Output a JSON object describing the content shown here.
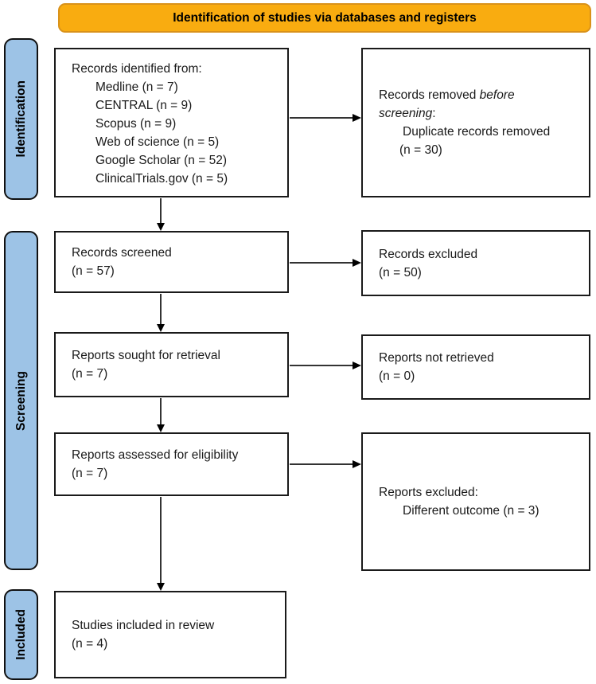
{
  "header": {
    "title": "Identification of studies via databases and registers"
  },
  "stages": [
    {
      "label": "Identification"
    },
    {
      "label": "Screening"
    },
    {
      "label": "Included"
    }
  ],
  "boxes": {
    "records_identified": {
      "lines": [
        "Records identified from:",
        "Medline (n = 7)",
        "CENTRAL (n = 9)",
        "Scopus (n = 9)",
        "Web of science (n = 5)",
        "Google Scholar (n = 52)",
        "ClinicalTrials.gov (n = 5)"
      ]
    },
    "records_removed": {
      "prefix": "Records removed ",
      "italic": "before screening",
      "suffix": ":",
      "detail": "Duplicate records removed",
      "count": "(n = 30)"
    },
    "records_screened": {
      "lines": [
        "Records screened",
        "(n = 57)"
      ]
    },
    "records_excluded": {
      "lines": [
        "Records excluded",
        "(n = 50)"
      ]
    },
    "reports_sought": {
      "lines": [
        "Reports sought for retrieval",
        "(n = 7)"
      ]
    },
    "reports_not_retrieved": {
      "lines": [
        "Reports not retrieved",
        "(n = 0)"
      ]
    },
    "reports_assessed": {
      "lines": [
        "Reports assessed for eligibility",
        "(n = 7)"
      ]
    },
    "reports_excluded": {
      "title": "Reports excluded:",
      "detail": "Different outcome (n = 3)"
    },
    "studies_included": {
      "lines": [
        "Studies included in review",
        "(n = 4)"
      ]
    }
  },
  "colors": {
    "banner_fill": "#F9AC10",
    "banner_border": "#D9921A",
    "stage_fill": "#9DC3E6",
    "box_border": "#1A1A1A",
    "arrow": "#000000"
  }
}
